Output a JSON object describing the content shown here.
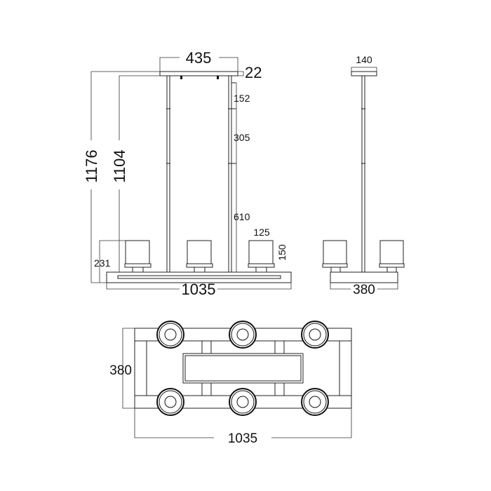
{
  "front_view": {
    "canopy_width": "435",
    "canopy_height": "22",
    "overall_height": "1176",
    "rod_height": "1104",
    "rod_segment_1": "152",
    "rod_segment_2": "305",
    "rod_segment_3": "610",
    "shade_width": "125",
    "shade_height": "150",
    "shade_to_bottom": "231",
    "length": "1035"
  },
  "side_view": {
    "canopy_width": "140",
    "width": "380"
  },
  "top_view": {
    "width": "380",
    "length": "1035"
  },
  "colors": {
    "line": "#222222",
    "background": "#ffffff"
  }
}
